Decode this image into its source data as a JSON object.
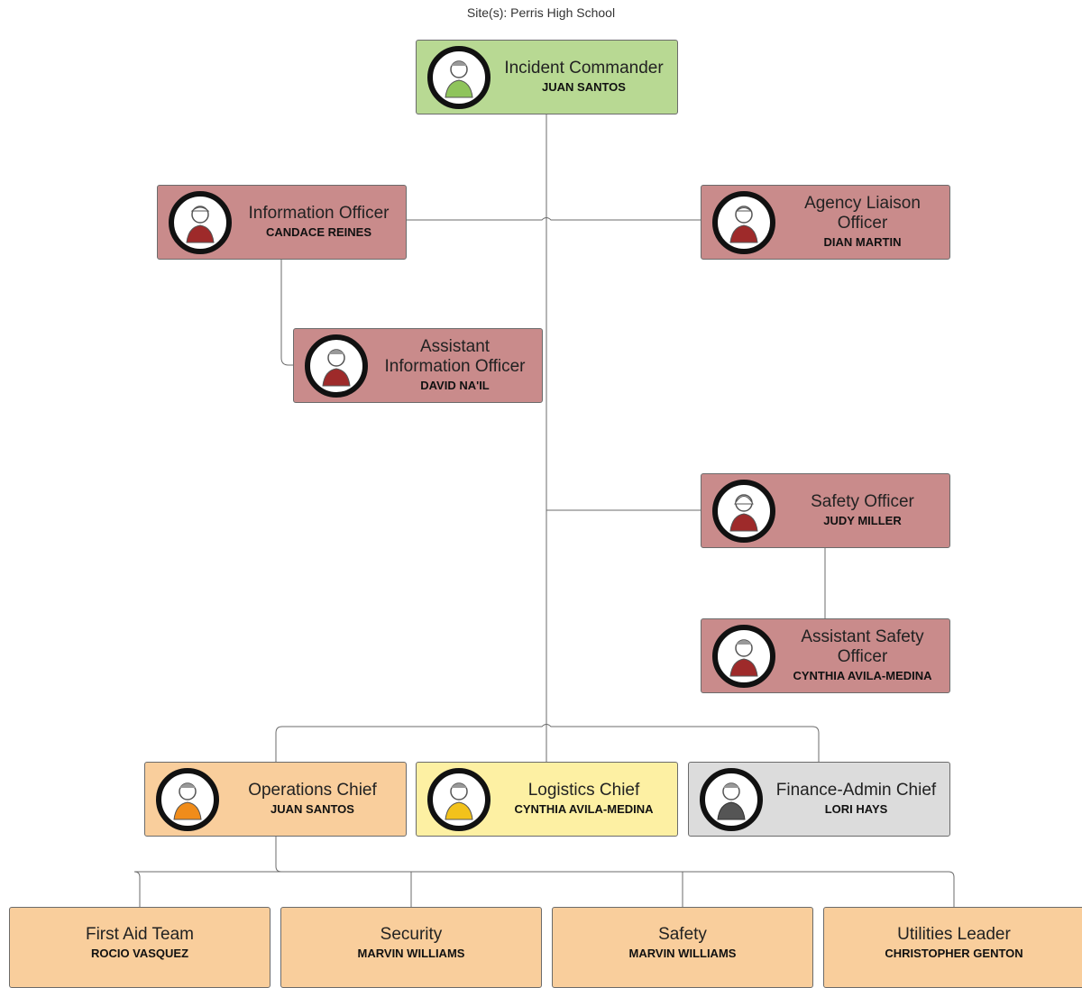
{
  "site_label": "Site(s): Perris High School",
  "nodes": {
    "incident_commander": {
      "title": "Incident Commander",
      "name": "JUAN SANTOS"
    },
    "information_officer": {
      "title": "Information Officer",
      "name": "CANDACE REINES"
    },
    "agency_liaison_officer": {
      "title_line1": "Agency Liaison",
      "title_line2": "Officer",
      "name": "DIAN MARTIN"
    },
    "assistant_information_officer": {
      "title_line1": "Assistant",
      "title_line2": "Information Officer",
      "name": "DAVID NA'IL"
    },
    "safety_officer": {
      "title": "Safety Officer",
      "name": "JUDY MILLER"
    },
    "assistant_safety_officer": {
      "title_line1": "Assistant Safety",
      "title_line2": "Officer",
      "name": "CYNTHIA AVILA-MEDINA"
    },
    "operations_chief": {
      "title": "Operations Chief",
      "name": "JUAN SANTOS"
    },
    "logistics_chief": {
      "title": "Logistics Chief",
      "name": "CYNTHIA AVILA-MEDINA"
    },
    "finance_admin_chief": {
      "title": "Finance-Admin Chief",
      "name": "LORI HAYS"
    },
    "first_aid_team": {
      "title": "First Aid Team",
      "name": "ROCIO VASQUEZ"
    },
    "security": {
      "title": "Security",
      "name": "MARVIN WILLIAMS"
    },
    "safety": {
      "title": "Safety",
      "name": "MARVIN WILLIAMS"
    },
    "utilities_leader": {
      "title": "Utilities Leader",
      "name": "CHRISTOPHER GENTON"
    }
  },
  "colors": {
    "command": "#b8d993",
    "command_staff": "#c98b8b",
    "operations": "#f9ce9c",
    "logistics": "#fdf0a3",
    "finance": "#dcdcdc",
    "connector": "#6b6b6b"
  },
  "icons": [
    "person-avatar-icon"
  ]
}
